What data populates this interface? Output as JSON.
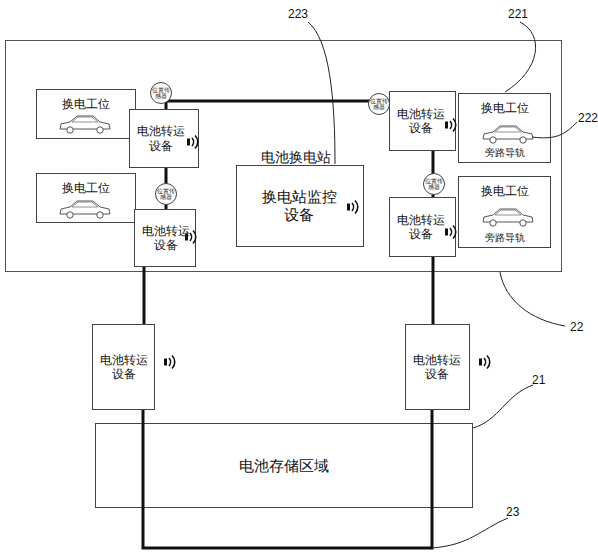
{
  "diagram": {
    "nodes": [
      {
        "text": [
          "电池换电站"
        ]
      },
      {
        "text": [
          "换电工位"
        ],
        "in": 0
      },
      {
        "text": [
          "位置传感器"
        ],
        "in": 0
      },
      {
        "text": [
          "位置传感器"
        ],
        "in": 0
      },
      {
        "text": [
          "电池转运设备"
        ],
        "in": 0
      },
      {
        "text": [
          "换电工位",
          "旁路导轨"
        ],
        "in": 0
      },
      {
        "text": [
          "电池转运设备"
        ],
        "in": 0
      },
      {
        "text": [
          "换电站监控设备"
        ],
        "in": 0
      },
      {
        "text": [
          "换电工位"
        ],
        "in": 0
      },
      {
        "text": [
          "位置传感器"
        ],
        "in": 0
      },
      {
        "text": [
          "换电工位",
          "旁路导轨"
        ],
        "in": 0
      },
      {
        "text": [
          "位置传感器"
        ],
        "in": 0
      },
      {
        "text": [
          "电池转运设备"
        ],
        "in": 0
      },
      {
        "text": [
          "电池转运设备"
        ],
        "in": 0
      },
      {
        "text": [
          "电池转运设备"
        ]
      },
      {
        "text": [
          "电池转运设备"
        ]
      },
      {
        "text": [
          "电池存储区域"
        ]
      }
    ],
    "edges": [
      {
        "from": 6,
        "to": 4,
        "arrow": "none"
      },
      {
        "from": 6,
        "to": 13,
        "arrow": "none"
      },
      {
        "from": 4,
        "to": 12,
        "arrow": "none"
      },
      {
        "from": 13,
        "to": 14,
        "arrow": "none"
      },
      {
        "from": 12,
        "to": 15,
        "arrow": "none"
      },
      {
        "from": 14,
        "to": 15,
        "arrow": "none"
      }
    ],
    "labels": [
      "223",
      "221",
      "222",
      "22",
      "21",
      "23"
    ]
  }
}
